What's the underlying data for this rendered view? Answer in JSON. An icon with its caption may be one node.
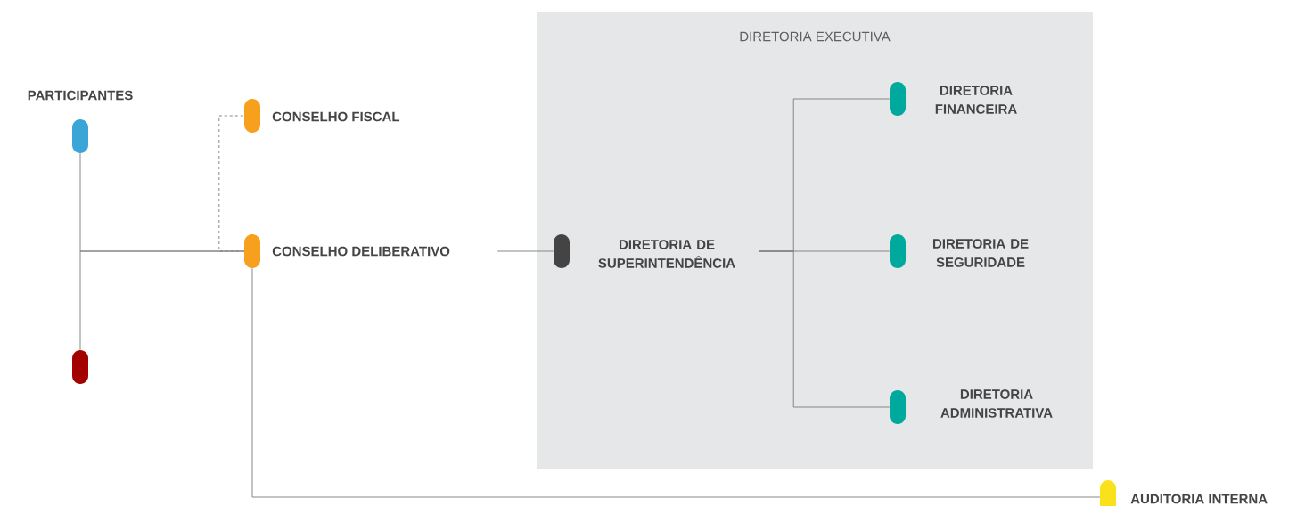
{
  "diagram": {
    "nodes": [
      {
        "text": [
          "DIRETORIA EXECUTIVA"
        ]
      },
      {
        "text": [
          "PARTICIPANTES"
        ]
      },
      {
        "text": [
          "CONSELHO FISCAL"
        ]
      },
      {
        "text": [
          "CONSELHO DELIBERATIVO"
        ]
      },
      {
        "text": [],
        "shape": "bar"
      },
      {
        "text": [
          "DIRETORIA DE SUPERINTENDÊNCIA"
        ],
        "in": 0
      },
      {
        "text": [
          "DIRETORIA FINANCEIRA"
        ],
        "in": 0
      },
      {
        "text": [
          "DIRETORIA DE SEGURIDADE"
        ],
        "in": 0
      },
      {
        "text": [
          "DIRETORIA ADMINISTRATIVA"
        ],
        "in": 0
      },
      {
        "text": [
          "AUDITORIA INTERNA"
        ]
      }
    ],
    "edges": [
      {
        "from": 1,
        "to": 3,
        "arrow": "none"
      },
      {
        "from": 4,
        "to": 3,
        "arrow": "none"
      },
      {
        "from": 3,
        "to": 2,
        "arrow": "none",
        "style": "dashed"
      },
      {
        "from": 3,
        "to": 5,
        "arrow": "none"
      },
      {
        "from": 5,
        "to": 6,
        "arrow": "none"
      },
      {
        "from": 5,
        "to": 7,
        "arrow": "none"
      },
      {
        "from": 5,
        "to": 8,
        "arrow": "none"
      },
      {
        "from": 3,
        "to": 9,
        "arrow": "none"
      }
    ]
  }
}
